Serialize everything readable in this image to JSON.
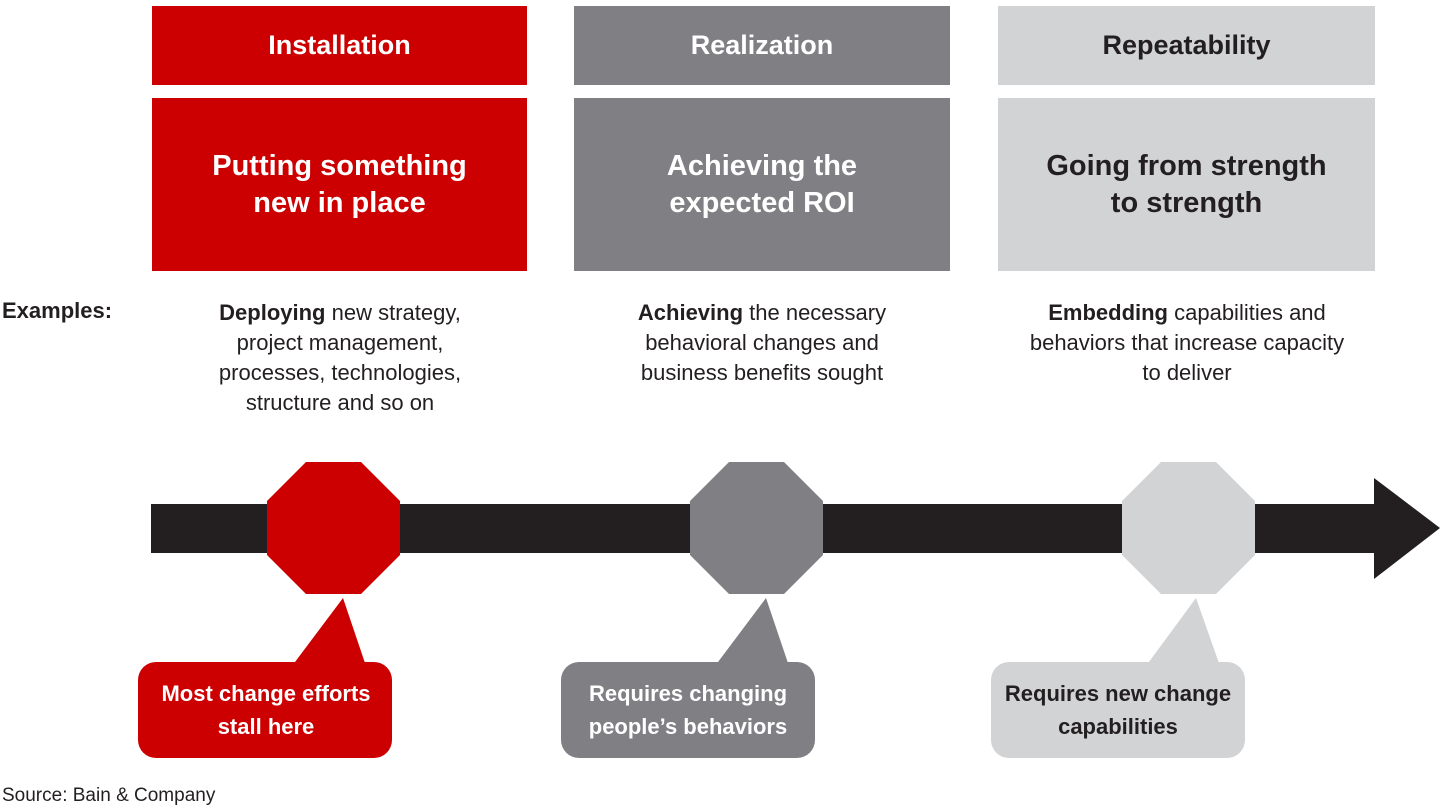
{
  "examples_label": "Examples:",
  "stages": [
    {
      "header": "Installation",
      "title": "Putting something new in place",
      "example_bold": "Deploying",
      "example_rest": " new strategy, project management, processes, technologies, structure and so on",
      "callout": "Most change efforts stall here",
      "color": "#cc0000"
    },
    {
      "header": "Realization",
      "title": "Achieving the expected ROI",
      "example_bold": "Achieving",
      "example_rest": " the necessary behavioral changes and business benefits sought",
      "callout": "Requires changing people’s behaviors",
      "color": "#808084"
    },
    {
      "header": "Repeatability",
      "title": "Going from strength to strength",
      "example_bold": "Embedding",
      "example_rest": " capabilities and behaviors that increase capacity to deliver",
      "callout": "Requires new change capabilities",
      "color": "#d2d3d5"
    }
  ],
  "source": "Source: Bain & Company"
}
